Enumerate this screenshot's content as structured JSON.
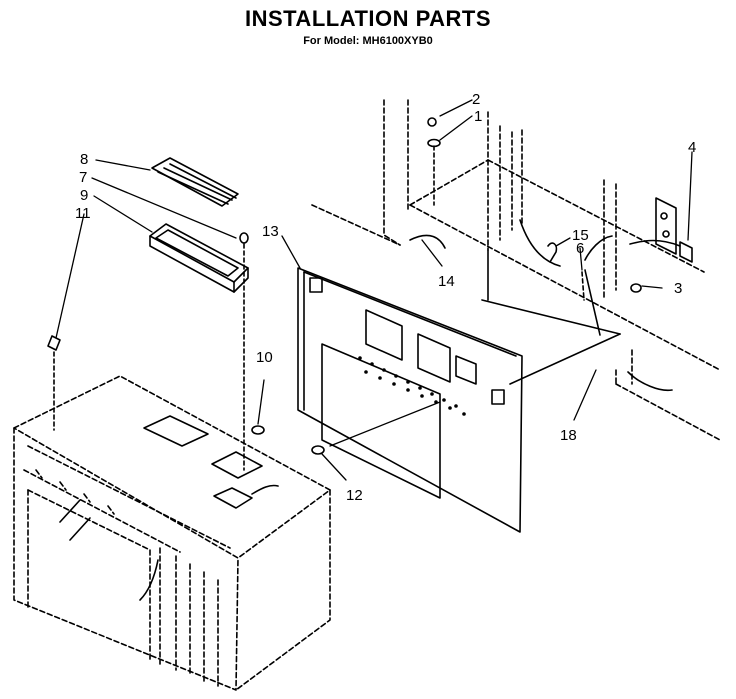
{
  "header": {
    "title": "INSTALLATION PARTS",
    "model_line": "For Model: MH6100XYB0"
  },
  "callouts": [
    {
      "id": "c1",
      "text": "1"
    },
    {
      "id": "c2",
      "text": "2"
    },
    {
      "id": "c3",
      "text": "3"
    },
    {
      "id": "c4",
      "text": "4"
    },
    {
      "id": "c6",
      "text": "6"
    },
    {
      "id": "c7",
      "text": "7"
    },
    {
      "id": "c8",
      "text": "8"
    },
    {
      "id": "c9",
      "text": "9"
    },
    {
      "id": "c10",
      "text": "10"
    },
    {
      "id": "c11",
      "text": "11"
    },
    {
      "id": "c12",
      "text": "12"
    },
    {
      "id": "c13",
      "text": "13"
    },
    {
      "id": "c14",
      "text": "14"
    },
    {
      "id": "c15",
      "text": "15"
    },
    {
      "id": "c18",
      "text": "18"
    }
  ]
}
